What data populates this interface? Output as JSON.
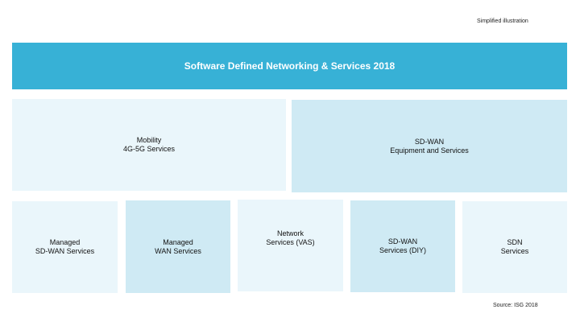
{
  "notes": {
    "top": "Simplified illustration",
    "source": "Source: ISG 2018"
  },
  "banner": {
    "title": "Software Defined Networking & Services 2018"
  },
  "top_row": [
    {
      "line1": "Mobility",
      "line2": "4G-5G Services"
    },
    {
      "line1": "SD-WAN",
      "line2": "Equipment and Services"
    }
  ],
  "bottom_row": [
    {
      "line1": "Managed",
      "line2": "SD-WAN Services"
    },
    {
      "line1": "Managed",
      "line2": "WAN Services"
    },
    {
      "line1": "Network",
      "line2": "Services (VAS)"
    },
    {
      "line1": "SD-WAN",
      "line2": "Services (DIY)"
    },
    {
      "line1": "SDN",
      "line2": "Services"
    }
  ],
  "colors": {
    "banner": "#37b1d6",
    "box_light": "#eaf6fb",
    "box_mid": "#cfeaf4"
  }
}
